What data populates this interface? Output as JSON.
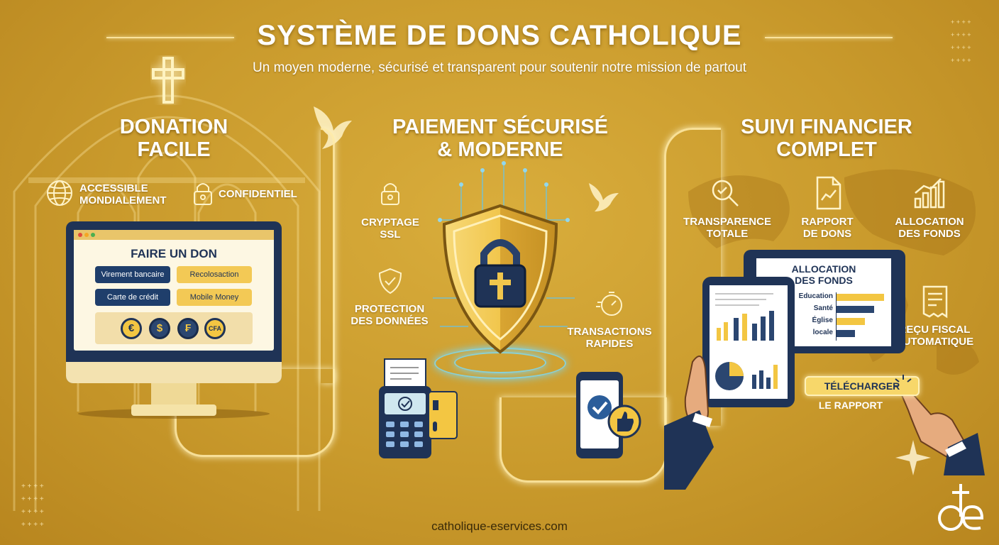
{
  "header": {
    "title": "SYSTÈME DE DONS CATHOLIQUE",
    "subtitle": "Un moyen moderne, sécurisé et transparent pour soutenir notre mission de partout"
  },
  "sections": {
    "donation": {
      "title_line1": "DONATION",
      "title_line2": "FACILE",
      "features": [
        {
          "icon": "globe-icon",
          "line1": "ACCESSIBLE",
          "line2": "MONDIALEMENT"
        },
        {
          "icon": "lock-icon",
          "line1": "CONFIDENTIEL",
          "line2": ""
        }
      ],
      "monitor": {
        "heading": "FAIRE UN DON",
        "methods": [
          "Virement bancaire",
          "Recolosaction",
          "Carte de crédit",
          "Mobile Money"
        ],
        "currencies": [
          "€",
          "$",
          "₣",
          "CFA"
        ]
      }
    },
    "payment": {
      "title_line1": "PAIEMENT SÉCURISÉ",
      "title_line2": "& MODERNE",
      "features": [
        {
          "icon": "padlock-icon",
          "line1": "CRYPTAGE",
          "line2": "SSL"
        },
        {
          "icon": "shield-check-icon",
          "line1": "PROTECTION",
          "line2": "DES DONNÉES"
        },
        {
          "icon": "stopwatch-icon",
          "line1": "TRANSACTIONS",
          "line2": "RAPIDES"
        }
      ]
    },
    "tracking": {
      "title_line1": "SUIVI FINANCIER",
      "title_line2": "COMPLET",
      "features": [
        {
          "icon": "magnifier-check-icon",
          "line1": "TRANSPARENCE",
          "line2": "TOTALE"
        },
        {
          "icon": "report-doc-icon",
          "line1": "RAPPORT",
          "line2": "DE DONS"
        },
        {
          "icon": "bar-chart-icon",
          "line1": "ALLOCATION",
          "line2": "DES FONDS"
        },
        {
          "icon": "receipt-icon",
          "line1": "REÇU FISCAL",
          "line2": "AUTOMATIQUE"
        }
      ],
      "allocation_chart": {
        "title_line1": "ALLOCATION",
        "title_line2": "DES FONDS",
        "categories": [
          "Education",
          "Santé",
          "Église",
          "locale"
        ],
        "values": [
          1.0,
          0.8,
          0.6,
          0.4
        ]
      },
      "download_button": "TÉLÉCHARGER",
      "download_sub": "LE RAPPORT"
    }
  },
  "footer": {
    "url": "catholique-eservices.com"
  },
  "colors": {
    "gold": "#c99a2c",
    "navy": "#1f3356",
    "accent_yellow": "#f3c955"
  }
}
